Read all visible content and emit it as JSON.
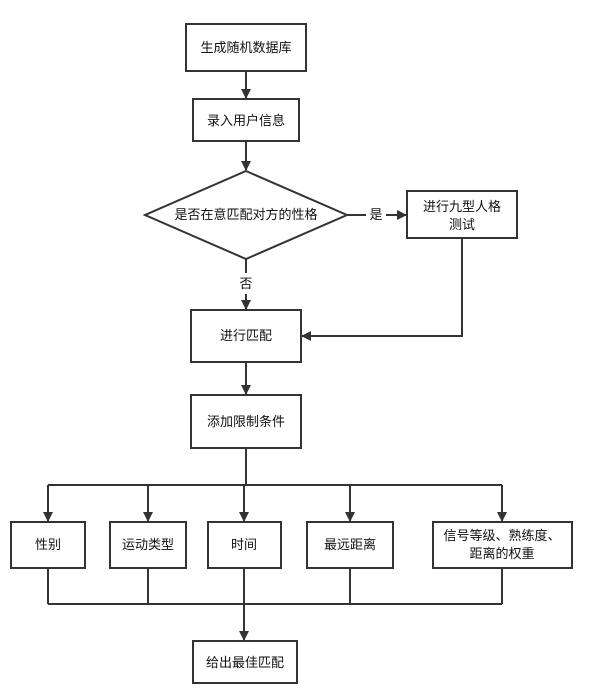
{
  "nodes": {
    "generate_db": "生成随机数据库",
    "enter_user_info": "录入用户信息",
    "decision_personality": "是否在意匹配对方的性格",
    "enneagram_test_line1": "进行九型人格",
    "enneagram_test_line2": "测试",
    "do_matching": "进行匹配",
    "add_constraints": "添加限制条件",
    "gender": "性别",
    "sport_type": "运动类型",
    "time": "时间",
    "max_distance": "最远距离",
    "weights_line1": "信号等级、熟练度、",
    "weights_line2": "距离的权重",
    "best_match": "给出最佳匹配"
  },
  "edges": {
    "yes": "是",
    "no": "否"
  }
}
